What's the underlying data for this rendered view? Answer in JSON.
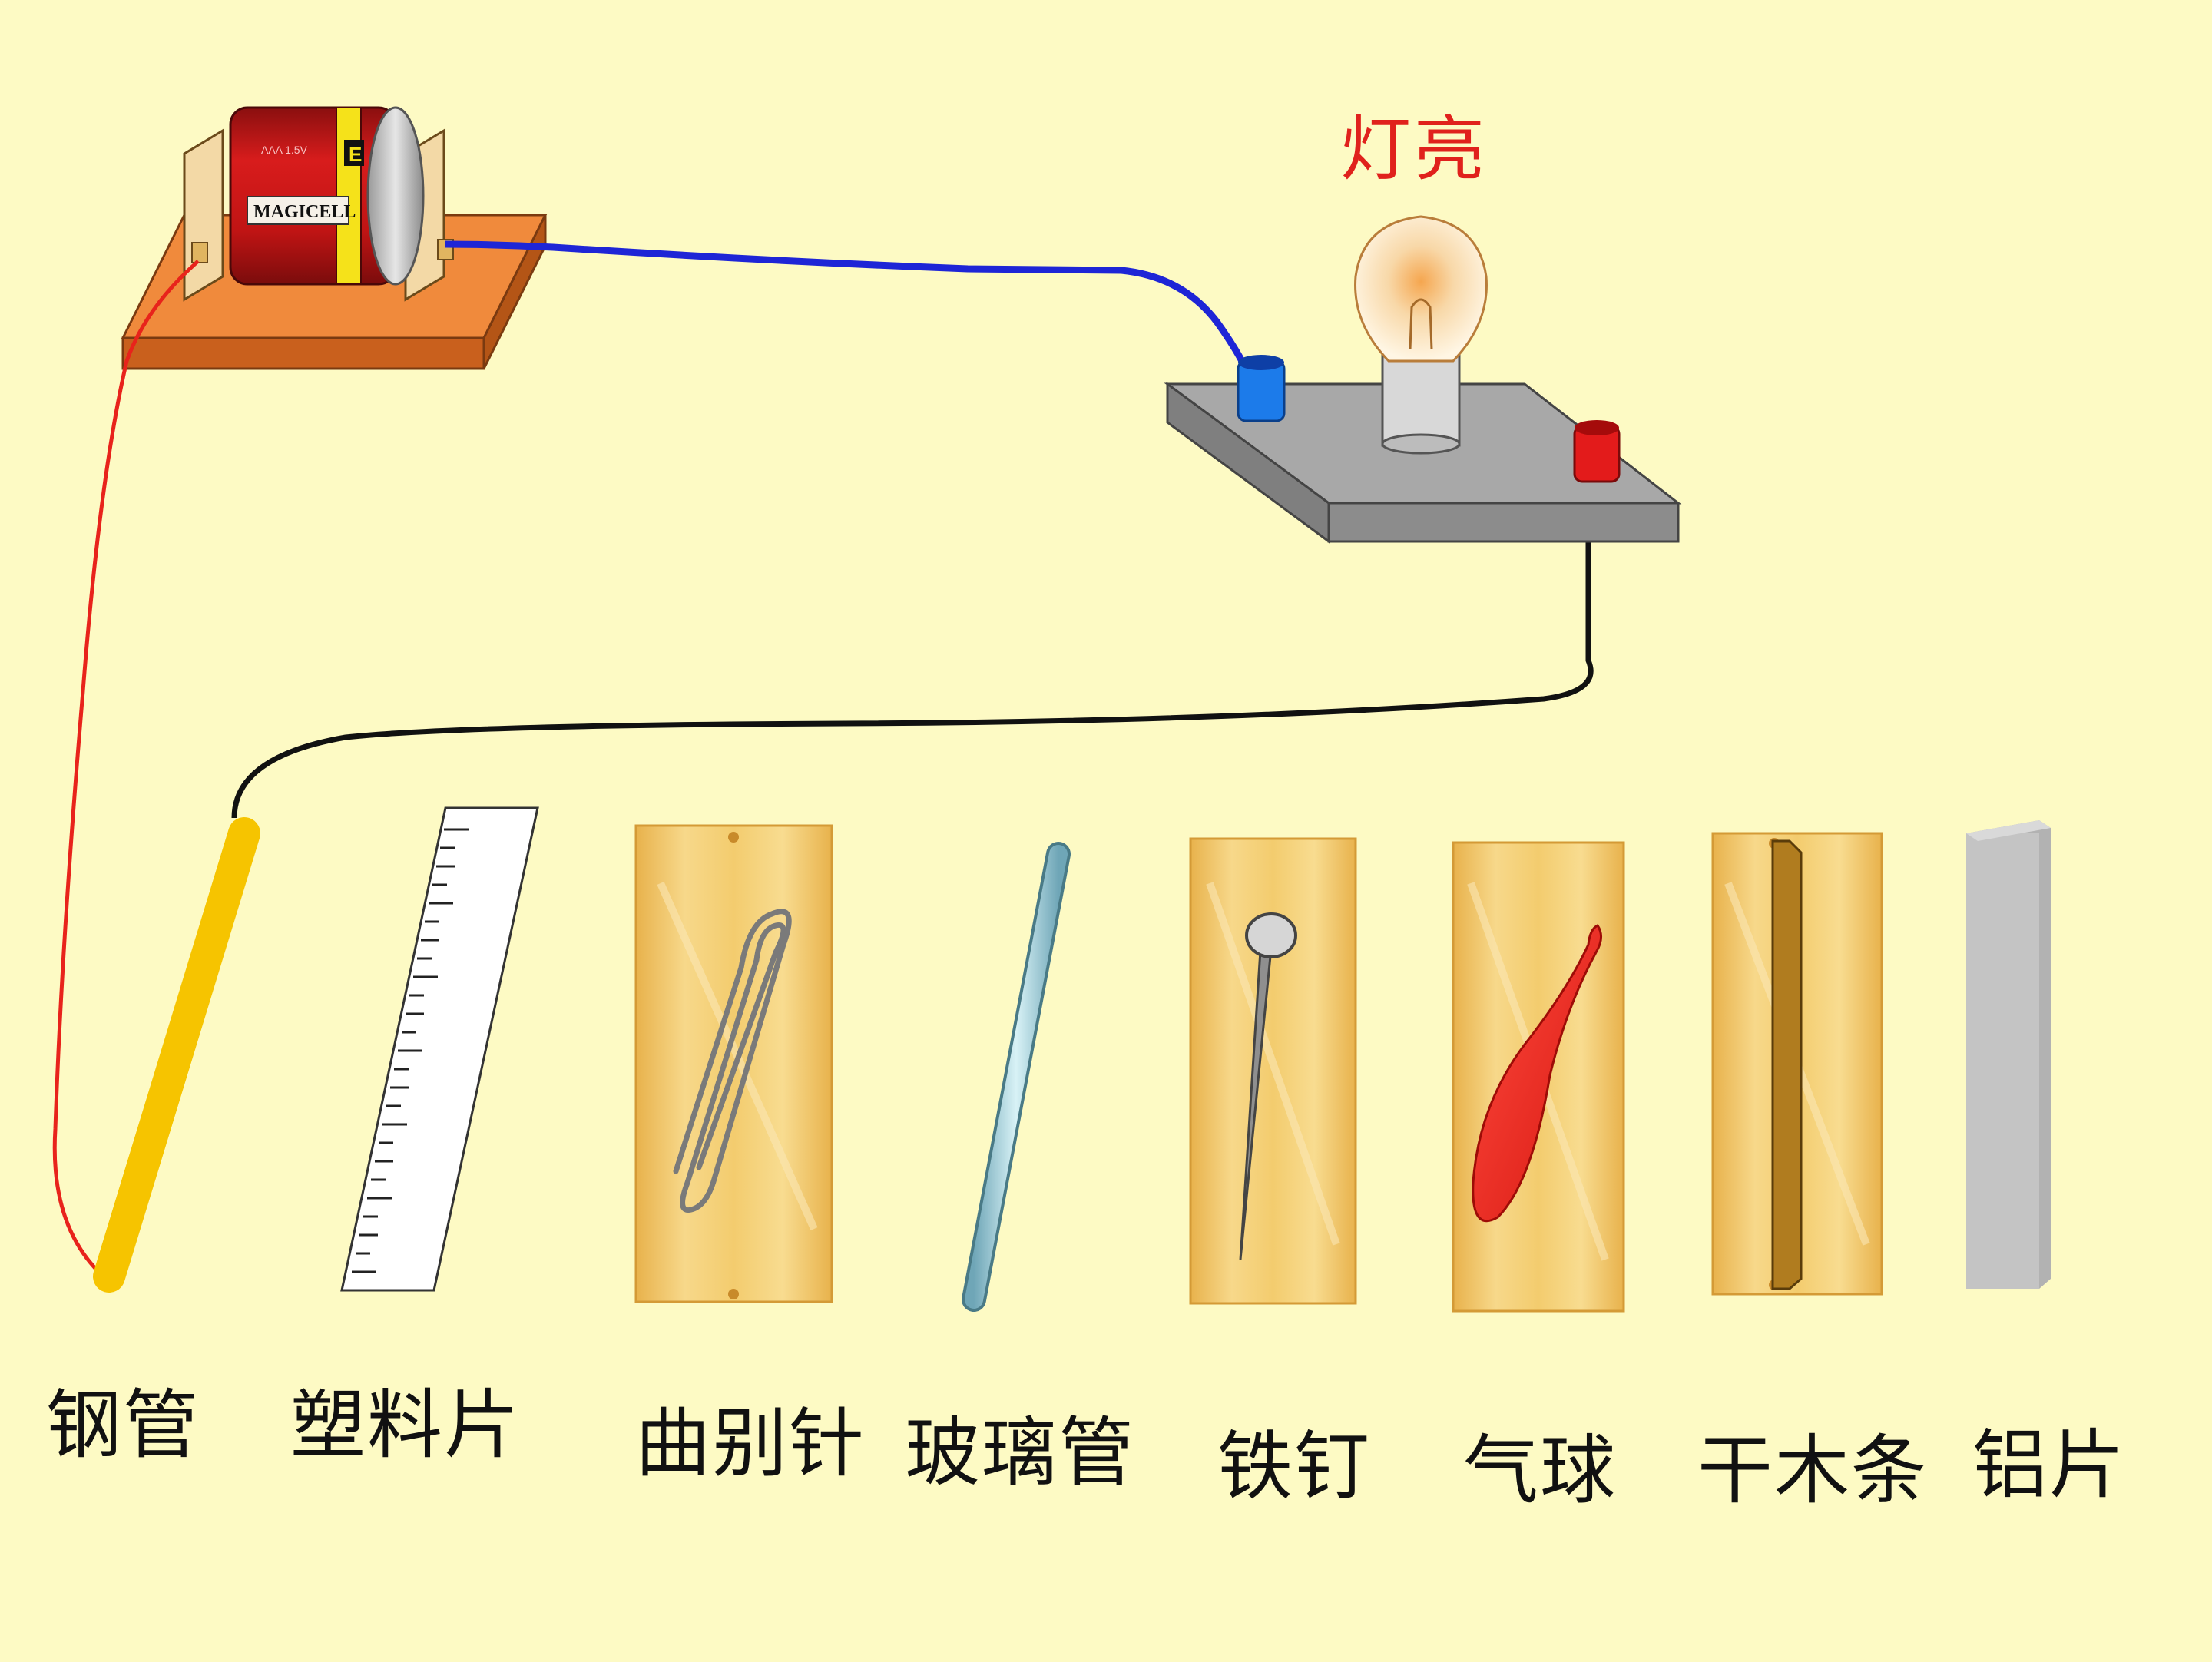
{
  "lamp_status": "灯亮",
  "battery": {
    "brand": "MAGICELL",
    "small_text": "AAA 1.5V",
    "terminal_mark": "E"
  },
  "materials": [
    {
      "label": "钢管"
    },
    {
      "label": "塑料片"
    },
    {
      "label": "曲别针"
    },
    {
      "label": "玻璃管"
    },
    {
      "label": "铁钉"
    },
    {
      "label": "气球"
    },
    {
      "label": "干木条"
    },
    {
      "label": "铝片"
    }
  ],
  "colors": {
    "background": "#fdfac4",
    "wire_red": "#e8231b",
    "wire_blue": "#1e25d6",
    "wire_black": "#111111",
    "lamp_label": "#e0211c",
    "steel_tube": "#f6c400",
    "card": "#f2c869"
  }
}
